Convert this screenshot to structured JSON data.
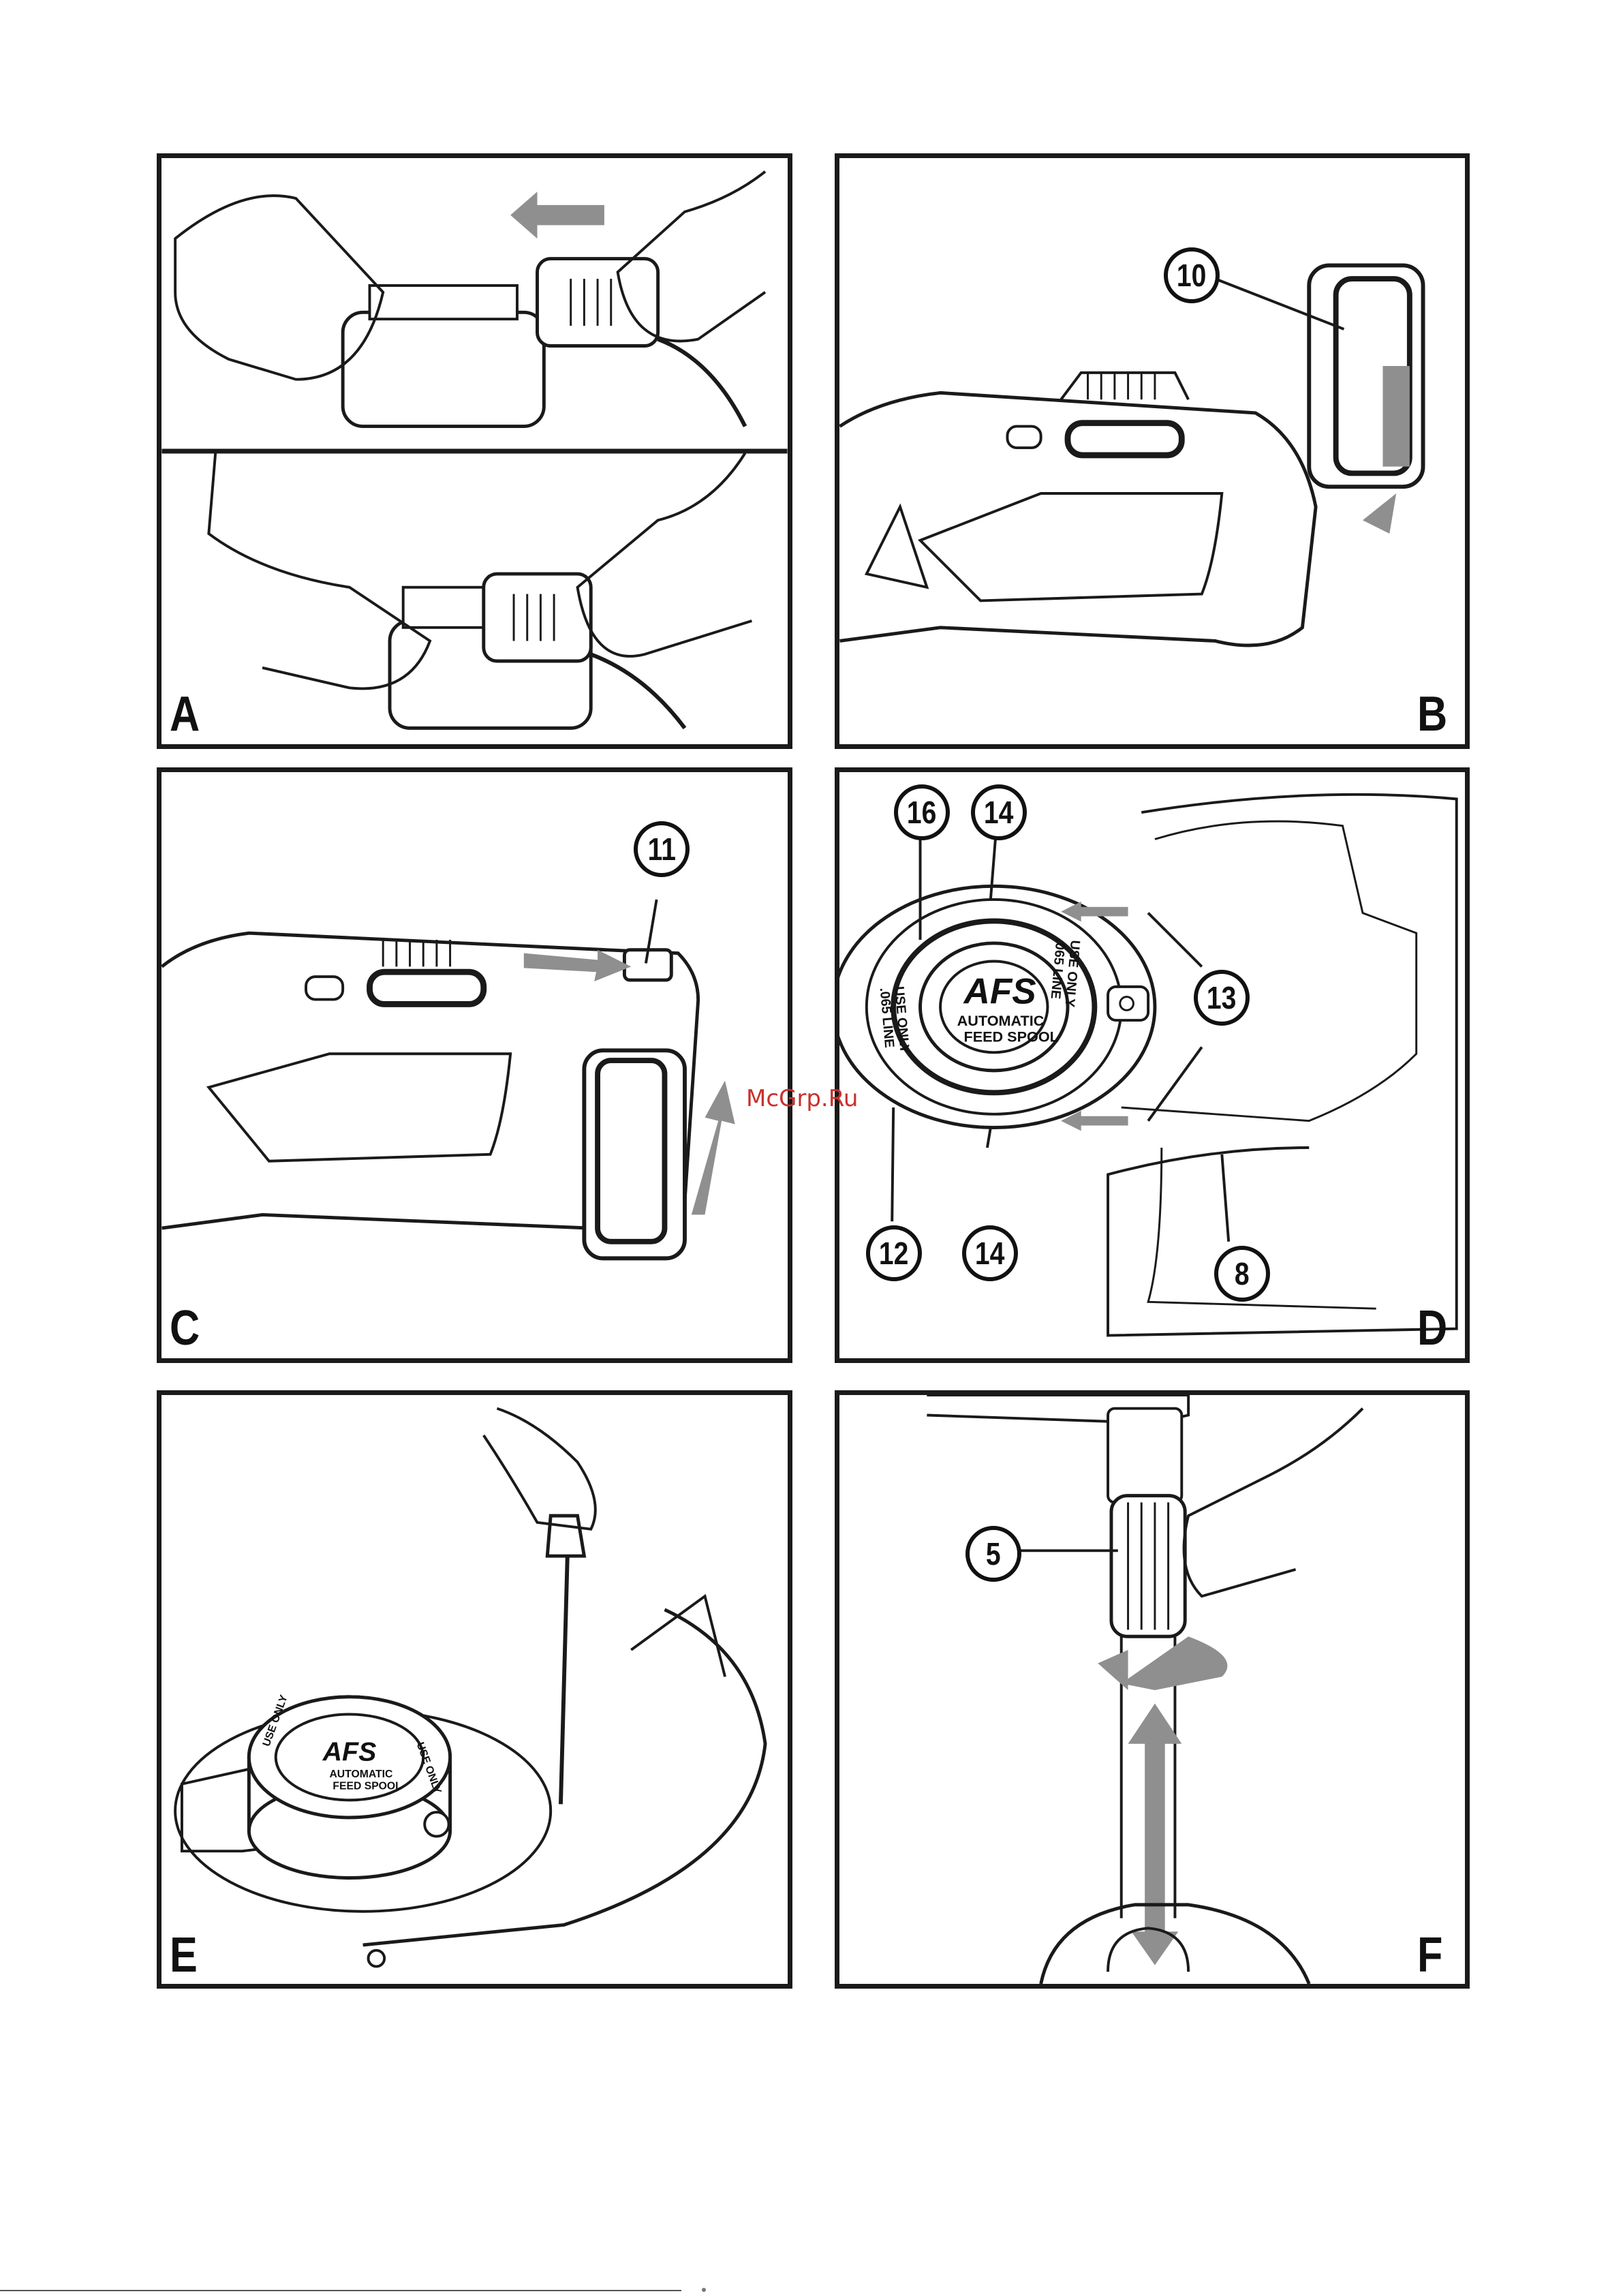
{
  "panels": {
    "a": {
      "label": "A"
    },
    "b": {
      "label": "B",
      "callouts": [
        "10"
      ]
    },
    "c": {
      "label": "C",
      "callouts": [
        "11"
      ]
    },
    "d": {
      "label": "D",
      "callouts": [
        "16",
        "14",
        "13",
        "12",
        "14",
        "8"
      ],
      "spool_text": {
        "logo": "AFS",
        "line1": "AUTOMATIC",
        "line2": "FEED SPOOL",
        "left": "USE ONLY",
        "left2": ".065 LINE",
        "right": "USE ONLY",
        "right2": ".065 LINE"
      }
    },
    "e": {
      "label": "E",
      "spool_text": {
        "logo": "AFS",
        "line1": "AUTOMATIC",
        "line2": "FEED SPOOL",
        "left": "USE ONLY",
        "right": "USE ONLY"
      }
    },
    "f": {
      "label": "F",
      "callouts": [
        "5"
      ]
    }
  },
  "watermark": "McGrp.Ru",
  "colors": {
    "line": "#1a1a1a",
    "arrow": "#8f8f8f",
    "watermark": "#c9302c"
  }
}
